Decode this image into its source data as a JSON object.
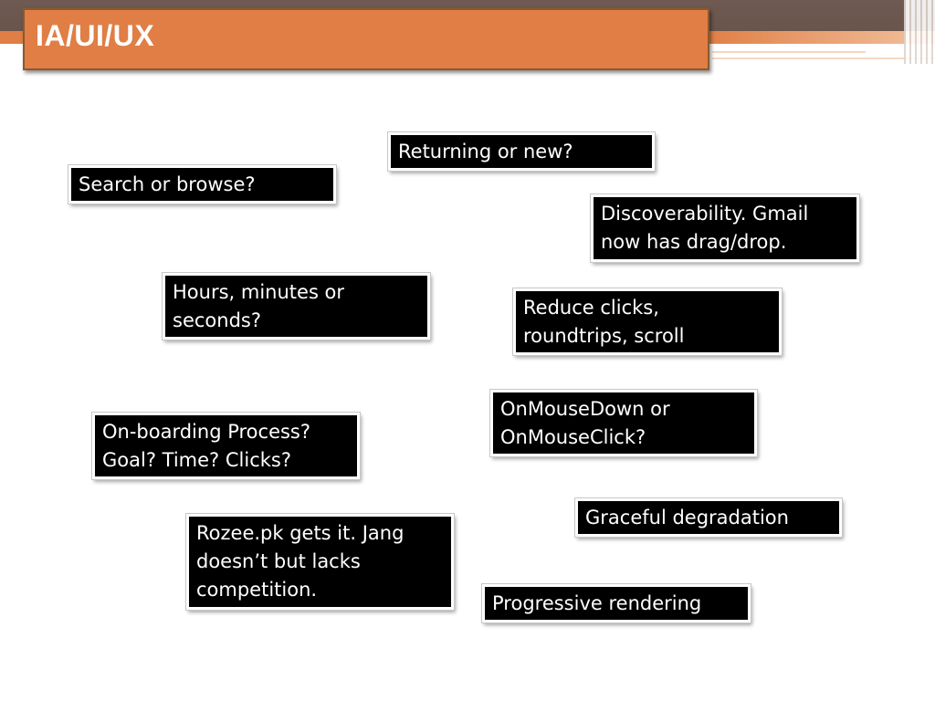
{
  "title": "IA/UI/UX",
  "notes": {
    "returning": "Returning or new?",
    "search": "Search or browse?",
    "discoverability": "Discoverability. Gmail\nnow has drag/drop.",
    "hours": "Hours, minutes or\nseconds?",
    "reduce": "Reduce clicks,\nroundtrips, scroll",
    "mousedown": "OnMouseDown or\nOnMouseClick?",
    "onboarding": "On-boarding Process?\nGoal? Time? Clicks?",
    "graceful": "Graceful degradation",
    "rozee": "Rozee.pk gets it. Jang\ndoesn’t but lacks\ncompetition.",
    "progressive": "Progressive rendering"
  }
}
